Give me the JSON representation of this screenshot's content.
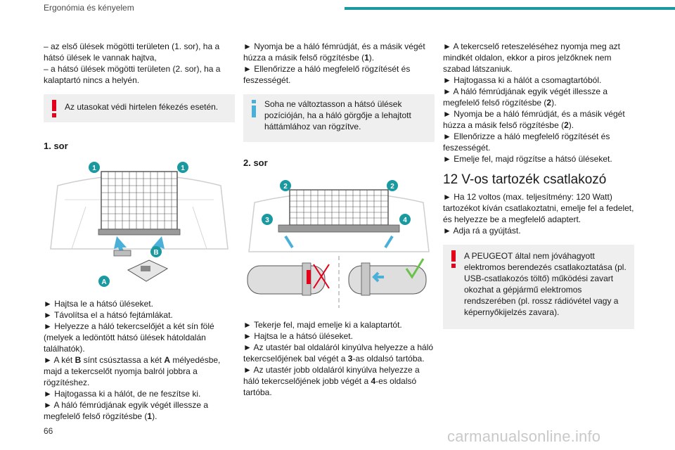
{
  "header": {
    "title": "Ergonómia és kényelem"
  },
  "page": {
    "number": "66",
    "watermark": "carmanualsonline.info"
  },
  "col1": {
    "intro": [
      "– az első ülések mögötti területen (1. sor), ha a hátsó ülések le vannak hajtva,",
      "– a hátsó ülések mögötti területen (2. sor), ha a kalaptartó nincs a helyén."
    ],
    "warning": "Az utasokat védi hirtelen fékezés esetén.",
    "heading": "1. sor",
    "steps": [
      "► Hajtsa le a hátsó üléseket.",
      "► Távolítsa el a hátsó fejtámlákat.",
      "► Helyezze a háló tekercselőjét a két sín fölé (melyek a ledöntött hátsó ülések hátoldalán találhatók).",
      "► A két",
      "B",
      "sínt csúsztassa a két",
      "A",
      "mélyedésbe, majd a tekercselőt nyomja balról jobbra a rögzítéshez.",
      "► Hajtogassa ki a hálót, de ne feszítse ki.",
      "► A háló fémrúdjának egyik végét illessze a megfelelő felső rögzítésbe (",
      "1",
      ")."
    ],
    "fig_labels": {
      "one": "1",
      "a": "A",
      "b": "B"
    }
  },
  "col2": {
    "intro": [
      "► Nyomja be a háló fémrúdját, és a másik végét húzza a másik felső rögzítésbe (",
      "1",
      ").",
      "► Ellenőrizze a háló megfelelő rögzítését és feszességét."
    ],
    "info": "Soha ne változtasson a hátsó ülések pozícióján, ha a háló görgője a lehajtott háttámlához van rögzítve.",
    "heading": "2. sor",
    "fig_labels": {
      "two": "2",
      "three": "3",
      "four": "4"
    },
    "steps": [
      "► Tekerje fel, majd emelje ki a kalaptartót.",
      "► Hajtsa le a hátsó üléseket.",
      "► Az utastér bal oldaláról kinyúlva helyezze a háló tekercselőjének bal végét a",
      "3",
      "-as oldalsó tartóba.",
      "► Az utastér jobb oldaláról kinyúlva helyezze a háló tekercselőjének jobb végét a",
      "4",
      "-es oldalsó tartóba."
    ]
  },
  "col3": {
    "steps": [
      "► A tekercselő reteszeléséhez nyomja meg azt mindkét oldalon, ekkor a piros jelzőknek nem szabad látszaniuk.",
      "► Hajtogassa ki a hálót a csomagtartóból.",
      "► A háló fémrúdjának egyik végét illessze a megfelelő felső rögzítésbe (",
      "2",
      ").",
      "► Nyomja be a háló fémrúdját, és a másik végét húzza a másik felső rögzítésbe (",
      "2",
      ").",
      "► Ellenőrizze a háló megfelelő rögzítését és feszességét.",
      "► Emelje fel, majd rögzítse a hátsó üléseket."
    ],
    "heading": "12 V-os tartozék csatlakozó",
    "body": [
      "► Ha 12 voltos (max. teljesítmény: 120 Watt) tartozékot kíván csatlakoztatni, emelje fel a fedelet, és helyezze be a megfelelő adaptert.",
      "► Adja rá a gyújtást."
    ],
    "warning": "A PEUGEOT által nem jóváhagyott elektromos berendezés csatlakoztatása (pl. USB-csatlakozós töltő) működési zavart okozhat a gépjármű elektromos rendszerében (pl. rossz rádióvétel vagy a képernyőkijelzés zavara)."
  },
  "colors": {
    "accent": "#1a9aa0",
    "warning": "#e2001a",
    "info": "#4ab0d8",
    "note_bg": "#efefef"
  }
}
